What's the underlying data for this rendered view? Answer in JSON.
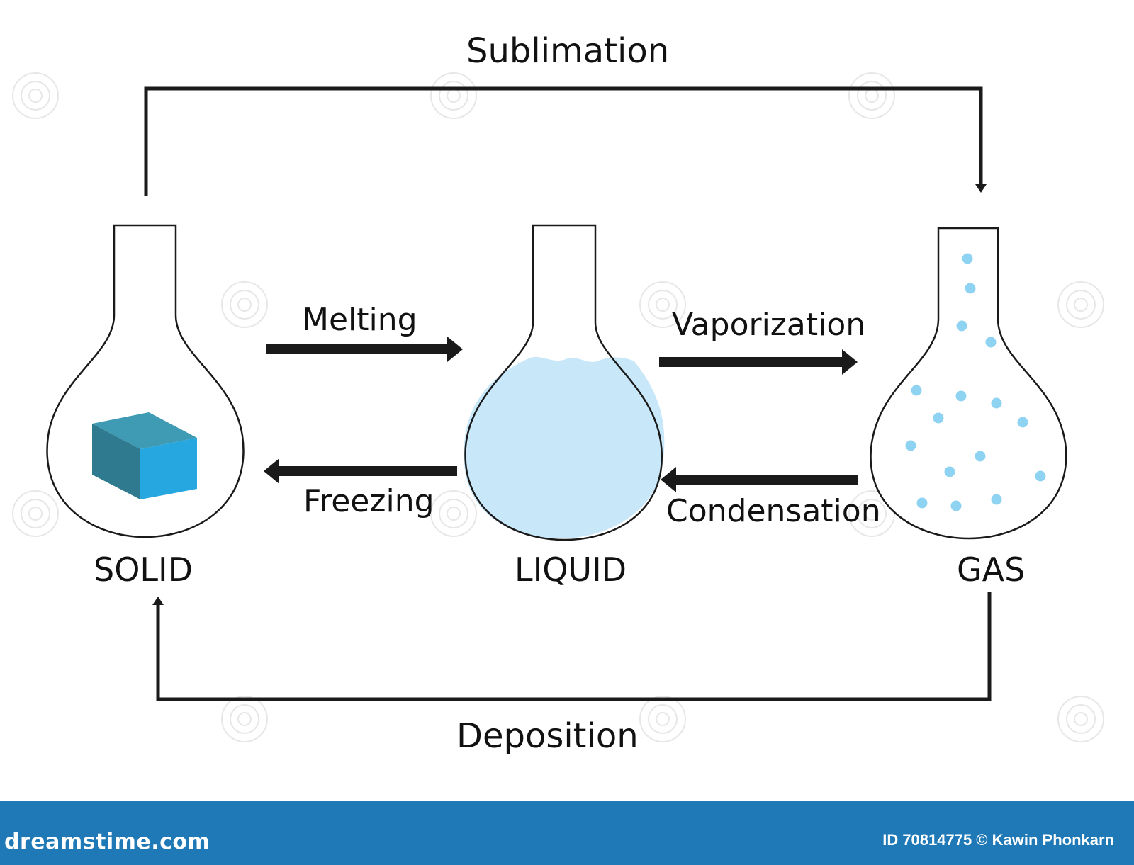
{
  "diagram": {
    "processes": {
      "sublimation": "Sublimation",
      "melting": "Melting",
      "vaporization": "Vaporization",
      "freezing": "Freezing",
      "condensation": "Condensation",
      "deposition": "Deposition"
    },
    "states": {
      "solid": "SOLID",
      "liquid": "LIQUID",
      "gas": "GAS"
    },
    "colors": {
      "line": "#1a1a1a",
      "liquid_fill": "#c8e8fa",
      "gas_particle": "#8fd3f3",
      "cube_front": "#27a7e0",
      "cube_top": "#3f9ab4",
      "cube_side": "#2f7a8f"
    }
  },
  "footer": {
    "brand": "dreamstime.com",
    "credit": "ID 70814775 © Kawin Phonkarn",
    "background": "#1f79b6"
  }
}
